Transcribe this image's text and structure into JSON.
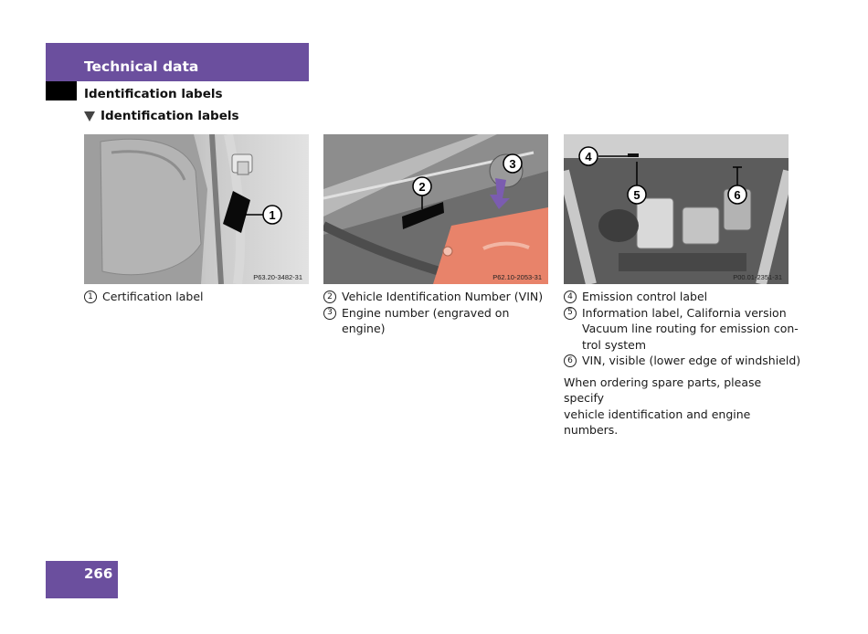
{
  "header": {
    "title": "Technical data"
  },
  "section_title": "Identification labels",
  "subsection_title": "Identification labels",
  "photos": [
    {
      "code": "P63.20-3482-31",
      "callouts": [
        "1"
      ]
    },
    {
      "code": "P62.10-2053-31",
      "callouts": [
        "2",
        "3"
      ]
    },
    {
      "code": "P00.01-2351-31",
      "callouts": [
        "4",
        "5",
        "6"
      ]
    }
  ],
  "col1": {
    "items": [
      {
        "num": "1",
        "text": "Certification label"
      }
    ]
  },
  "col2": {
    "items": [
      {
        "num": "2",
        "text": "Vehicle Identification Number (VIN)"
      },
      {
        "num": "3",
        "text": "Engine number (engraved on engine)"
      }
    ]
  },
  "col3": {
    "items": [
      {
        "num": "4",
        "text": "Emission control label"
      },
      {
        "num": "5",
        "text": "Information label, California version"
      },
      {
        "num": "6",
        "text": "VIN, visible (lower edge of windshield)"
      }
    ],
    "item5_cont1": "Vacuum line routing for emission con-",
    "item5_cont2": "trol system",
    "note_line1": "When ordering spare parts, please specify",
    "note_line2": "vehicle identification and engine numbers."
  },
  "page_number": "266",
  "colors": {
    "header_purple": "#6b4f9e",
    "arrow_purple": "#7b5cb0",
    "plate_orange": "#e8836a"
  }
}
